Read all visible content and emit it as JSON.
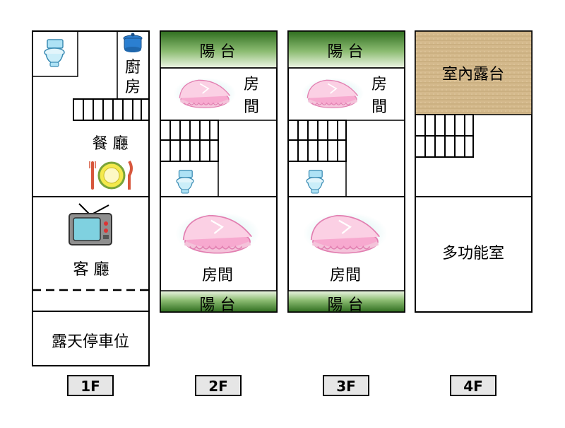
{
  "floors": {
    "f1": {
      "label": "1F",
      "kitchen_line1": "廚",
      "kitchen_line2": "房",
      "dining": "餐 廳",
      "living": "客 廳",
      "parking": "露天停車位"
    },
    "f2": {
      "label": "2F",
      "balcony_top": "陽   台",
      "room_top_line1": "房",
      "room_top_line2": "間",
      "room_bottom": "房間",
      "balcony_bottom": "陽   台"
    },
    "f3": {
      "label": "3F",
      "balcony_top": "陽   台",
      "room_top_line1": "房",
      "room_top_line2": "間",
      "room_bottom": "房間",
      "balcony_bottom": "陽   台"
    },
    "f4": {
      "label": "4F",
      "terrace": "室內露台",
      "multipurpose": "多功能室"
    }
  },
  "colors": {
    "wall": "#000000",
    "balcony_green_top": "#2f6e1f",
    "balcony_green_bottom": "#dfeed6",
    "terrace_fill": "#d4b98c",
    "label_box_fill": "#e6e6e6"
  },
  "icons": [
    "toilet-icon",
    "cooking-pot-icon",
    "dining-plate-icon",
    "tv-icon",
    "cradle-icon"
  ]
}
